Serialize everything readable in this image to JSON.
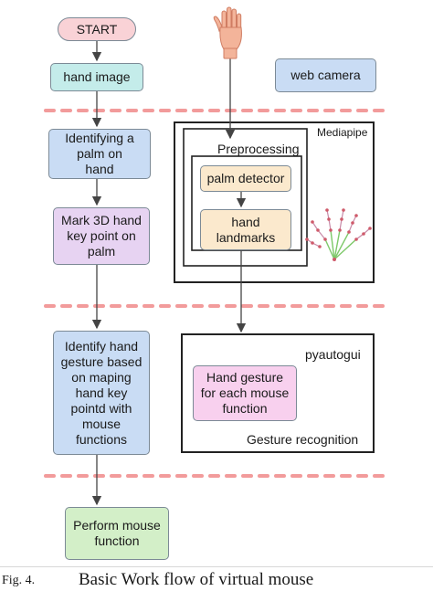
{
  "nodes": {
    "start": "START",
    "hand_image": "hand image",
    "web_camera": "web camera",
    "identify_palm": "Identifying a palm on hand",
    "mark_3d": "Mark 3D hand key point on palm",
    "identify_gesture": "Identify hand gesture based on maping hand key pointd with mouse functions",
    "perform": "Perform mouse function",
    "palm_detector": "palm detector",
    "hand_landmarks": "hand landmarks",
    "gesture_box": "Hand gesture for each mouse function"
  },
  "labels": {
    "mediapipe": "Mediapipe",
    "preprocessing": "Preprocessing",
    "pyautogui": "pyautogui",
    "gesture_recognition": "Gesture recognition"
  },
  "caption": {
    "fig": "Fig. 4.",
    "text": "Basic Work flow of virtual mouse"
  },
  "colors": {
    "start": "#f9d2d6",
    "hand_image": "#c4ecea",
    "blue": "#c9dcf4",
    "purple": "#e7d3f2",
    "green": "#d3efc8",
    "orange": "#fbe9cd",
    "pink": "#f8d0ee",
    "dashes": "#f29b9b"
  },
  "icons": [
    "hand-icon",
    "hand-landmarks-icon"
  ]
}
